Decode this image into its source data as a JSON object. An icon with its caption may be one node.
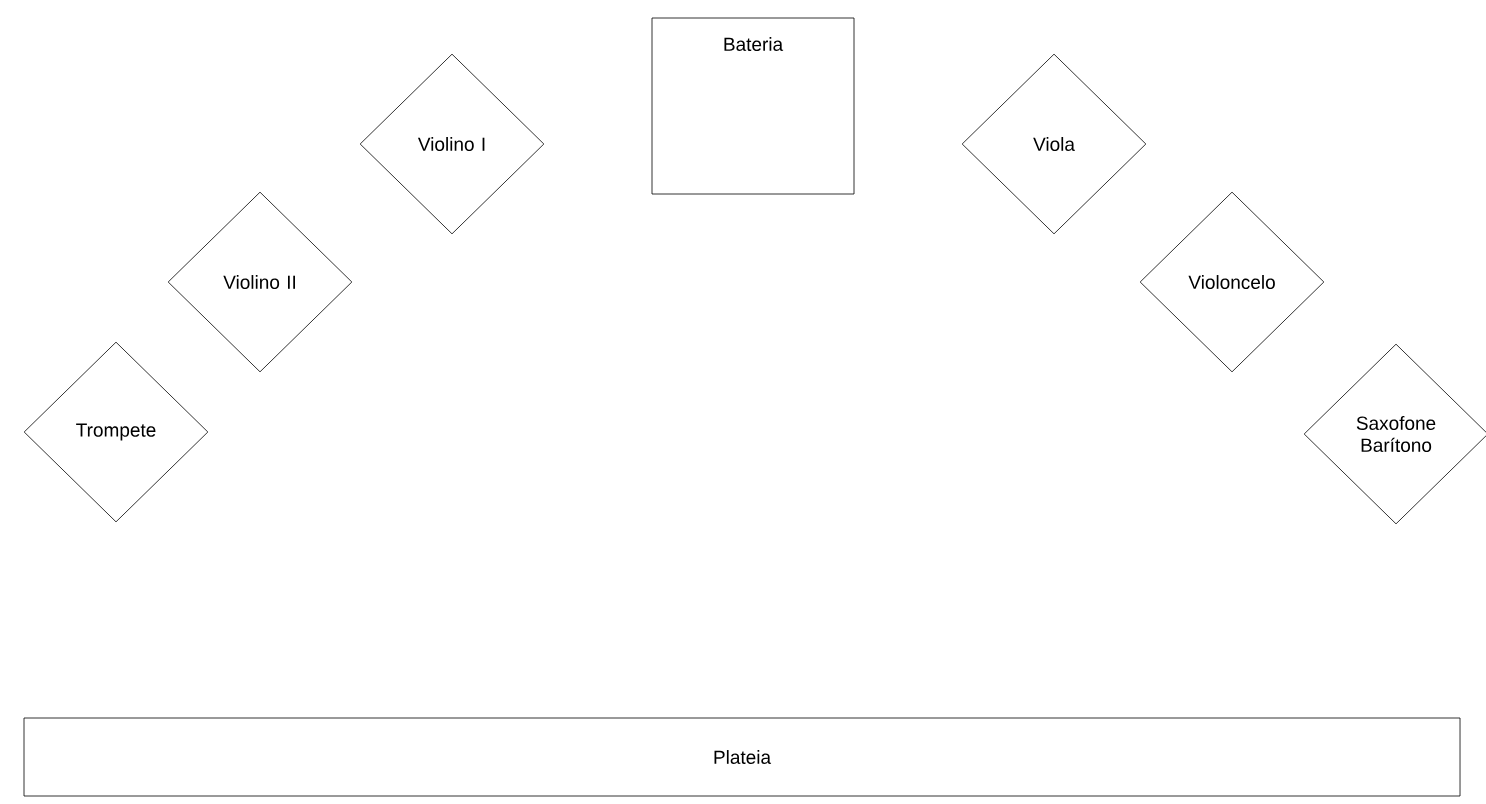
{
  "diagram": {
    "nodes": [
      {
        "text": [
          "Trompete"
        ]
      },
      {
        "text": [
          "Violino II"
        ]
      },
      {
        "text": [
          "Violino I"
        ]
      },
      {
        "text": [
          "Bateria"
        ]
      },
      {
        "text": [
          "Viola"
        ]
      },
      {
        "text": [
          "Violoncelo"
        ]
      },
      {
        "text": [
          "Saxofone Barítono"
        ]
      },
      {
        "text": [
          "Plateia"
        ]
      }
    ]
  }
}
